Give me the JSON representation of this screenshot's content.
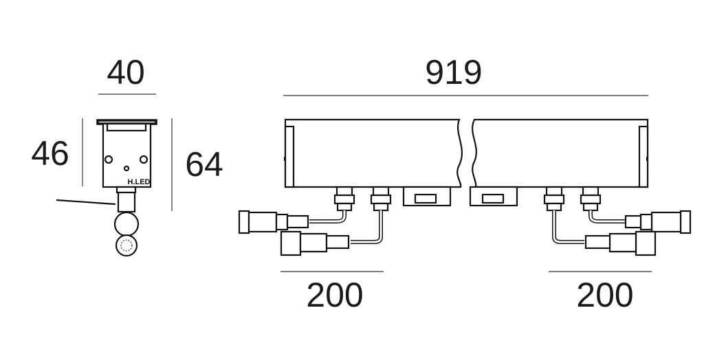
{
  "dimensions": {
    "end_width": "40",
    "end_body_height": "46",
    "end_total_height": "64",
    "length": "919",
    "cable_left": "200",
    "cable_right": "200"
  },
  "logo_text": "H.LED",
  "colors": {
    "line": "#111111",
    "background": "#ffffff"
  }
}
